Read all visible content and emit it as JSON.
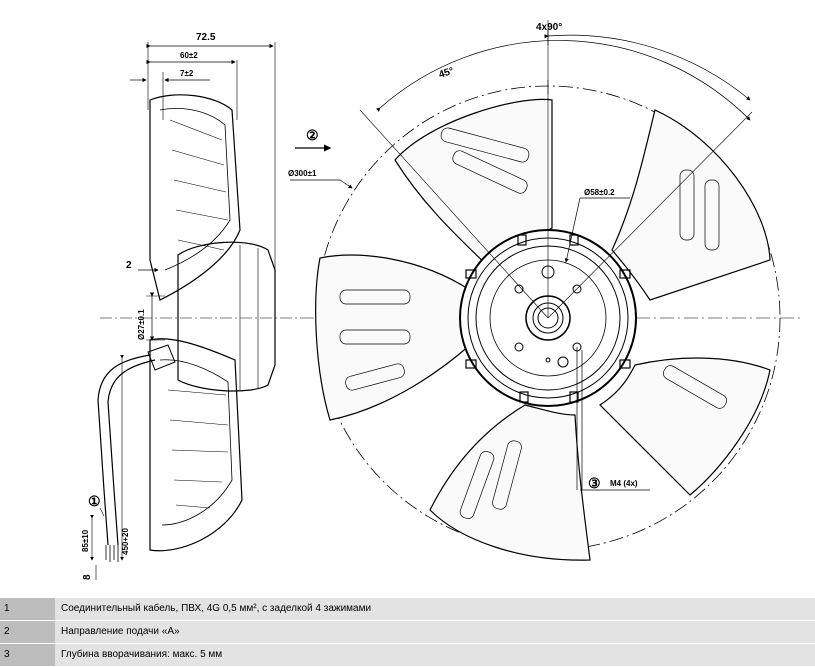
{
  "drawing": {
    "dim_overall_depth": "72.5",
    "dim_depth_60": "60±2",
    "dim_depth_7": "7±2",
    "dim_offset_2": "2",
    "dim_hub_diameter": "Ø27±0.1",
    "dim_cable_length": "450+20",
    "dim_cable_strip": "85±10",
    "dim_strip_8": "8",
    "dim_fan_diameter": "Ø300±1",
    "dim_hole_circle": "Ø58±0.2",
    "dim_angle_spacing": "4x90°",
    "dim_angle_45": "45°",
    "dim_thread": "M4 (4x)",
    "marker_1": "①",
    "marker_2": "②",
    "marker_3": "③"
  },
  "legend": [
    {
      "num": "1",
      "text": "Соединительный кабель, ПВХ, 4G 0,5 мм², с заделкой 4 зажимами"
    },
    {
      "num": "2",
      "text": "Направление подачи «A»"
    },
    {
      "num": "3",
      "text": "Глубина вворачивания: макс. 5 мм"
    }
  ]
}
